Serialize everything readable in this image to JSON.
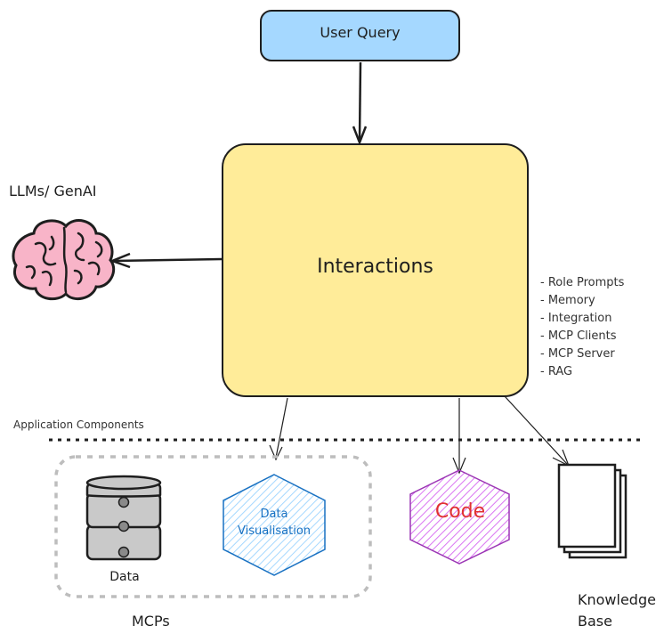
{
  "nodes": {
    "user_query": "User Query",
    "interactions": "Interactions",
    "llm": "LLMs/ GenAI",
    "data": "Data",
    "data_visualisation": "Data Visualisation",
    "code": "Code",
    "mcps": "MCPs",
    "knowledge_base_line1": "Knowledge",
    "knowledge_base_line2": "Base"
  },
  "components": [
    "- Role Prompts",
    "- Memory",
    "- Integration",
    "- MCP Clients",
    "- MCP Server",
    "- RAG"
  ],
  "section_label": "Application Components",
  "colors": {
    "user_query_fill": "#a5d8ff",
    "interactions_fill": "#ffec99",
    "brain_fill": "#f8b4c8",
    "database_fill": "#c9c9c9",
    "viz_stroke": "#1971c2",
    "code_stroke": "#9c36b5",
    "code_text": "#e03131"
  }
}
